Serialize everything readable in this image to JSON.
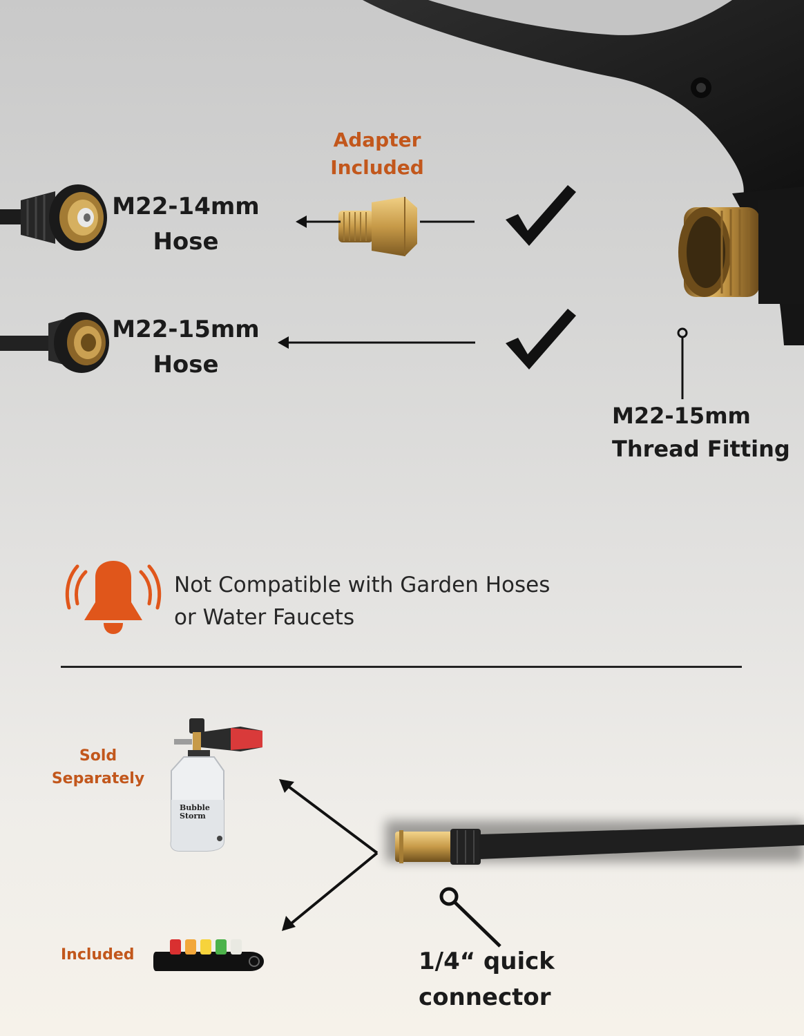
{
  "adapter": {
    "line1": "Adapter",
    "line2": "Included"
  },
  "hose_14": {
    "line1": "M22-14mm",
    "line2": "Hose"
  },
  "hose_15": {
    "line1": "M22-15mm",
    "line2": "Hose"
  },
  "thread_fitting": {
    "line1": "M22-15mm",
    "line2": "Thread Fitting"
  },
  "warning": {
    "line1": "Not Compatible with Garden Hoses",
    "line2": "or Water Faucets"
  },
  "foam_cannon": {
    "label_line1": "Sold",
    "label_line2": "Separately",
    "bottle_text_line1": "Bubble",
    "bottle_text_line2": "Storm"
  },
  "nozzles": {
    "label": "Included"
  },
  "quick_connector": {
    "line1": "1/4“ quick",
    "line2": "connector"
  },
  "colors": {
    "accent_orange": "#c2571c",
    "bell_orange": "#e0561b",
    "text_dark": "#1b1b1b",
    "brass": "#c79a48"
  }
}
